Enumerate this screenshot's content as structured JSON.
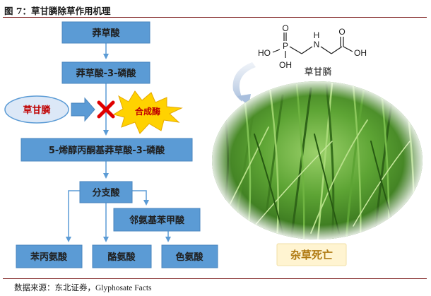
{
  "title": "图 7：草甘膦除草作用机理",
  "source": {
    "prefix": "数据来源：东北证券，",
    "latin": "Glyphosate Facts"
  },
  "pathway": {
    "shikimate": "莽草酸",
    "s3p": "莽草酸-3-磷酸",
    "epsp": "5-烯醇丙酮基莽草酸-3-磷酸",
    "chorismate": "分支酸",
    "anthranilate": "邻氨基苯甲酸",
    "phenylalanine": "苯丙氨酸",
    "tyrosine": "酪氨酸",
    "tryptophan": "色氨酸"
  },
  "inhibitor": {
    "glyphosate": "草甘膦",
    "synthase": "合成酶"
  },
  "molecule": {
    "name": "草甘膦",
    "atoms": {
      "O": "O",
      "HO_p": "HO",
      "P": "P",
      "OH_p": "OH",
      "N": "N",
      "H": "H",
      "O_c": "O",
      "OH_c": "OH"
    }
  },
  "result": "杂草死亡",
  "colors": {
    "box_fill": "#5b9bd5",
    "box_text": "#1f1f1f",
    "connector": "#5b9bd5",
    "inhibitor_fill": "#dce8f7",
    "inhibitor_stroke": "#5b9bd5",
    "block_mark": "#e00000",
    "star_fill": "#ffd200",
    "result_fill": "#fff4d1",
    "result_text": "#b07a12",
    "title_rule": "#7a1a1a"
  }
}
